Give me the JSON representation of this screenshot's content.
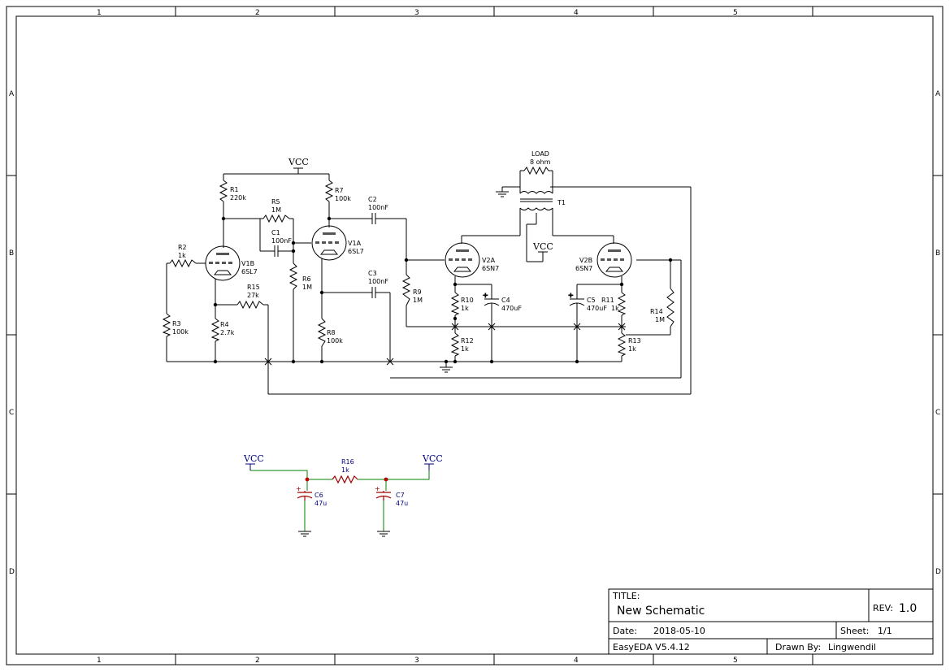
{
  "frame": {
    "columns": [
      "1",
      "2",
      "3",
      "4",
      "5"
    ],
    "rows": [
      "A",
      "B",
      "C",
      "D"
    ]
  },
  "title_block": {
    "title_label": "TITLE:",
    "title": "New Schematic",
    "rev_label": "REV:",
    "rev": "1.0",
    "date_label": "Date:",
    "date": "2018-05-10",
    "sheet_label": "Sheet:",
    "sheet": "1/1",
    "software": "EasyEDA V5.4.12",
    "drawn_by_label": "Drawn By:",
    "drawn_by": "Lingwendil"
  },
  "amplifier": {
    "vcc_main": "VCC",
    "vcc_trans": "VCC",
    "R1": {
      "ref": "R1",
      "value": "220k"
    },
    "R2": {
      "ref": "R2",
      "value": "1k"
    },
    "R3": {
      "ref": "R3",
      "value": "100k"
    },
    "R4": {
      "ref": "R4",
      "value": "2.7k"
    },
    "R5": {
      "ref": "R5",
      "value": "1M"
    },
    "R6": {
      "ref": "R6",
      "value": "1M"
    },
    "R7": {
      "ref": "R7",
      "value": "100k"
    },
    "R8": {
      "ref": "R8",
      "value": "100k"
    },
    "R9": {
      "ref": "R9",
      "value": "1M"
    },
    "R10": {
      "ref": "R10",
      "value": "1k"
    },
    "R11": {
      "ref": "R11",
      "value": "1k"
    },
    "R12": {
      "ref": "R12",
      "value": "1k"
    },
    "R13": {
      "ref": "R13",
      "value": "1k"
    },
    "R14": {
      "ref": "R14",
      "value": "1M"
    },
    "R15": {
      "ref": "R15",
      "value": "27k"
    },
    "C1": {
      "ref": "C1",
      "value": "100nF"
    },
    "C2": {
      "ref": "C2",
      "value": "100nF"
    },
    "C3": {
      "ref": "C3",
      "value": "100nF"
    },
    "C4": {
      "ref": "C4",
      "value": "470uF"
    },
    "C5": {
      "ref": "C5",
      "value": "470uF"
    },
    "V1A": {
      "ref": "V1A",
      "value": "6SL7"
    },
    "V1B": {
      "ref": "V1B",
      "value": "6SL7"
    },
    "V2A": {
      "ref": "V2A",
      "value": "6SN7"
    },
    "V2B": {
      "ref": "V2B",
      "value": "6SN7"
    },
    "T1": {
      "ref": "T1"
    },
    "LOAD": {
      "ref": "LOAD",
      "value": "8 ohm"
    }
  },
  "filter": {
    "vcc_left": "VCC",
    "vcc_right": "VCC",
    "R16": {
      "ref": "R16",
      "value": "1k"
    },
    "C6": {
      "ref": "C6",
      "value": "47u"
    },
    "C7": {
      "ref": "C7",
      "value": "47u"
    }
  },
  "colors": {
    "wire": "#000000",
    "filter_wire": "#008000",
    "component": "#a00000",
    "label": "#000080"
  }
}
